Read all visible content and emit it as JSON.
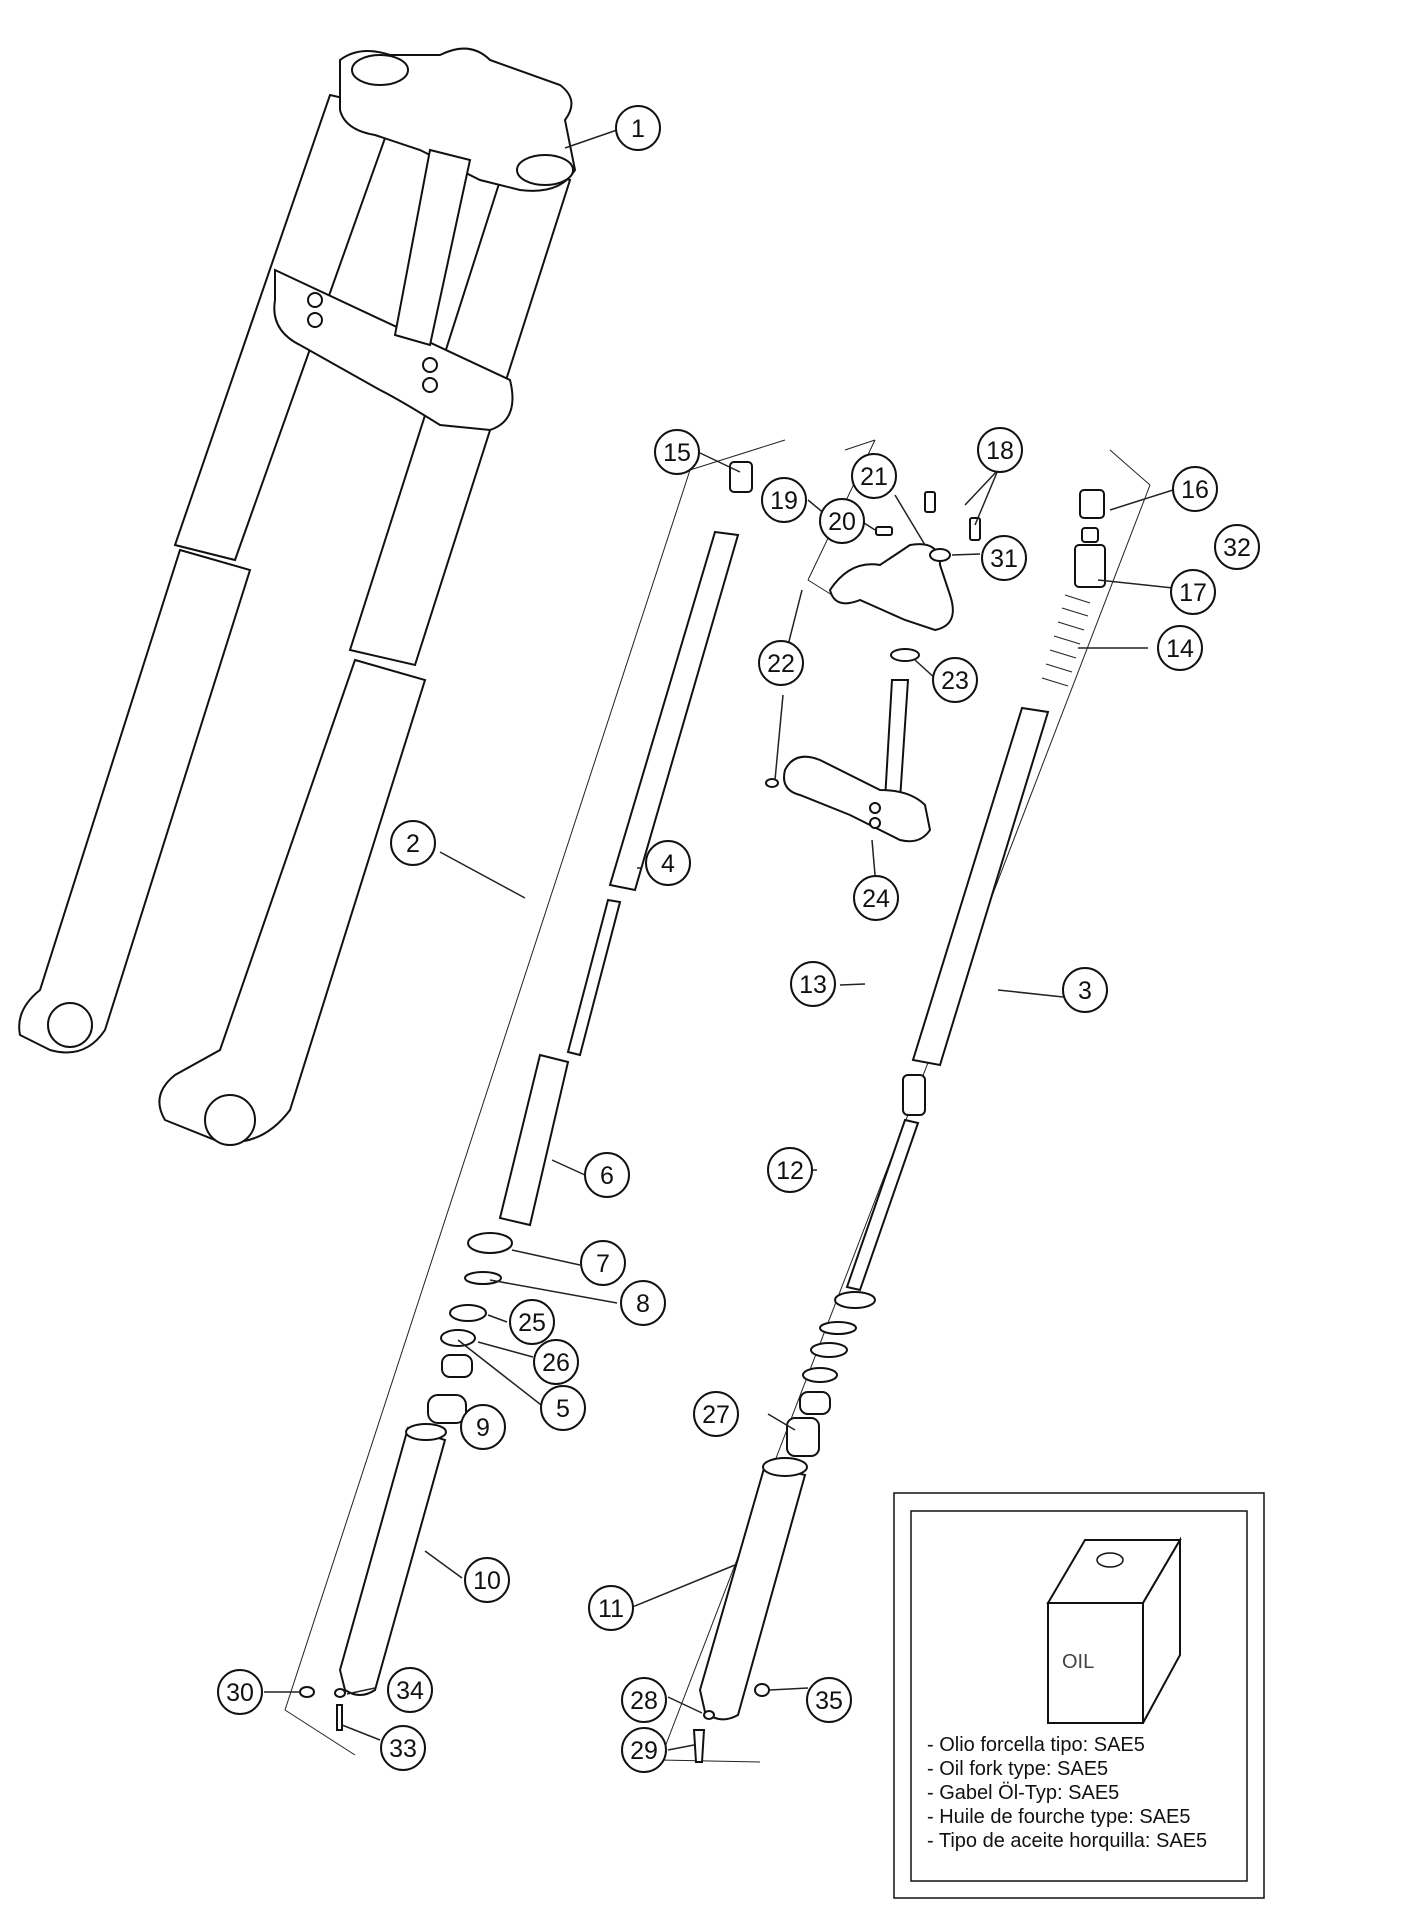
{
  "callouts": [
    {
      "n": "1"
    },
    {
      "n": "2"
    },
    {
      "n": "3"
    },
    {
      "n": "4"
    },
    {
      "n": "5"
    },
    {
      "n": "6"
    },
    {
      "n": "7"
    },
    {
      "n": "8"
    },
    {
      "n": "9"
    },
    {
      "n": "10"
    },
    {
      "n": "11"
    },
    {
      "n": "12"
    },
    {
      "n": "13"
    },
    {
      "n": "14"
    },
    {
      "n": "15"
    },
    {
      "n": "16"
    },
    {
      "n": "17"
    },
    {
      "n": "18"
    },
    {
      "n": "19"
    },
    {
      "n": "20"
    },
    {
      "n": "21"
    },
    {
      "n": "22"
    },
    {
      "n": "23"
    },
    {
      "n": "24"
    },
    {
      "n": "25"
    },
    {
      "n": "26"
    },
    {
      "n": "27"
    },
    {
      "n": "28"
    },
    {
      "n": "29"
    },
    {
      "n": "30"
    },
    {
      "n": "31"
    },
    {
      "n": "32"
    },
    {
      "n": "33"
    },
    {
      "n": "34"
    },
    {
      "n": "35"
    }
  ],
  "oil_box": {
    "can_label": "OIL",
    "lines": [
      "- Olio forcella tipo: SAE5",
      "- Oil fork type: SAE5",
      "- Gabel Öl-Typ: SAE5",
      "- Huile de fourche type: SAE5",
      "- Tipo de aceite horquilla: SAE5"
    ]
  }
}
